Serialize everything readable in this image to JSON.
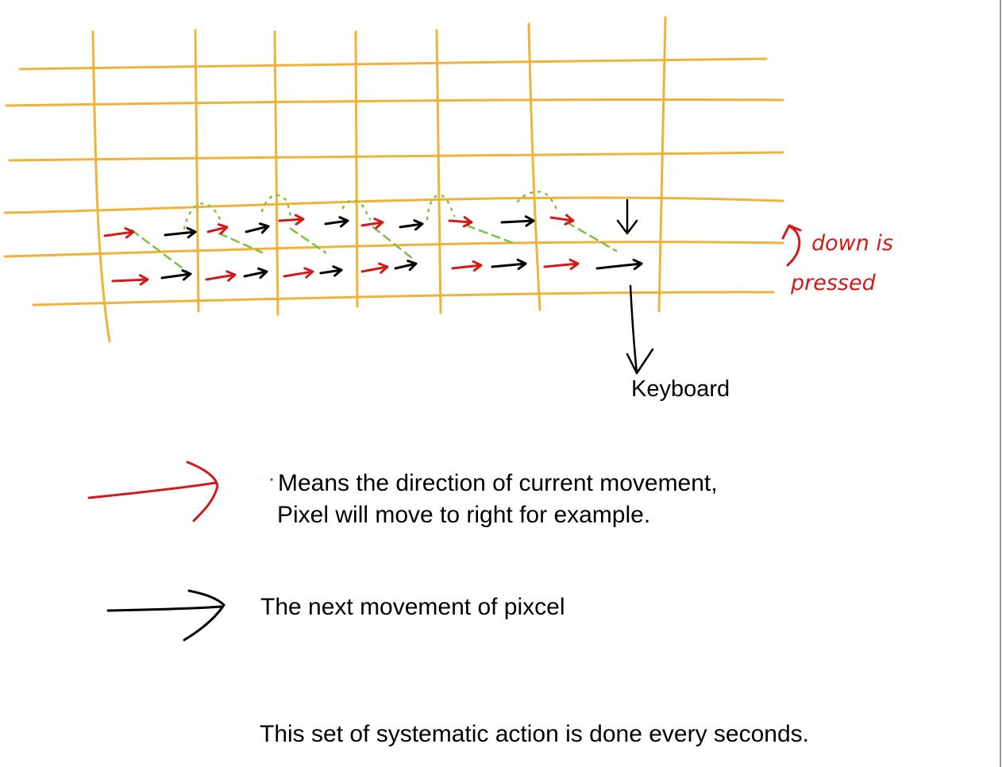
{
  "colors": {
    "grid": "#f0b237",
    "current_arrow": "#d11a1a",
    "next_arrow": "#000000",
    "path_dashed": "#7cc03b",
    "path_dotted": "#7cc03b"
  },
  "annotation": {
    "line1": "down is",
    "line2": "pressed"
  },
  "keyboard_label": "Keyboard",
  "legend": {
    "current_line1": "Means the direction of current movement,",
    "current_line2": "Pixel will move to right for example.",
    "next": "The next movement of pixcel"
  },
  "footer_note": "This set of systematic action is done every seconds.",
  "icons": {
    "current": "red-arrow-icon",
    "next": "black-arrow-icon",
    "down": "down-arrow-icon",
    "keyboard": "keyboard-arrow-icon"
  }
}
